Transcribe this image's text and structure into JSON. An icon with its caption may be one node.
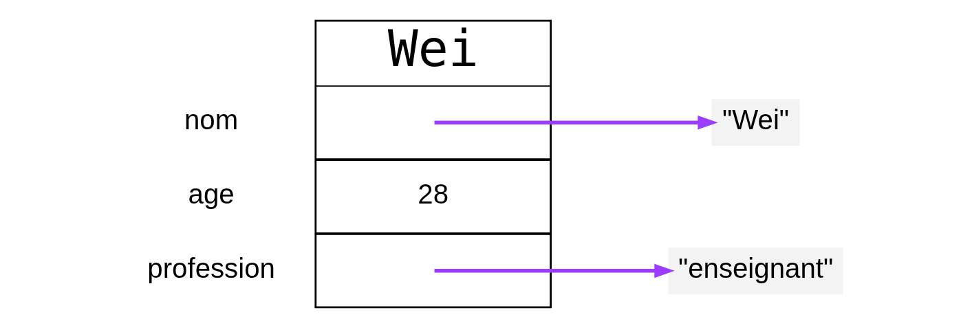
{
  "diagram": {
    "nodes": [
      {
        "text": [
          "Wei"
        ]
      },
      {
        "text": [],
        "shape": "box",
        "in": 0,
        "beside": [
          "nom"
        ]
      },
      {
        "text": [
          "28"
        ],
        "in": 0,
        "beside": [
          "age"
        ]
      },
      {
        "text": [],
        "shape": "box",
        "in": 0,
        "beside": [
          "profession"
        ]
      },
      {
        "text": [
          "\"Wei\""
        ]
      },
      {
        "text": [
          "\"enseignant\""
        ]
      }
    ],
    "edges": [
      {
        "from": 1,
        "to": 4,
        "arrow": "to"
      },
      {
        "from": 3,
        "to": 5,
        "arrow": "to"
      }
    ]
  }
}
